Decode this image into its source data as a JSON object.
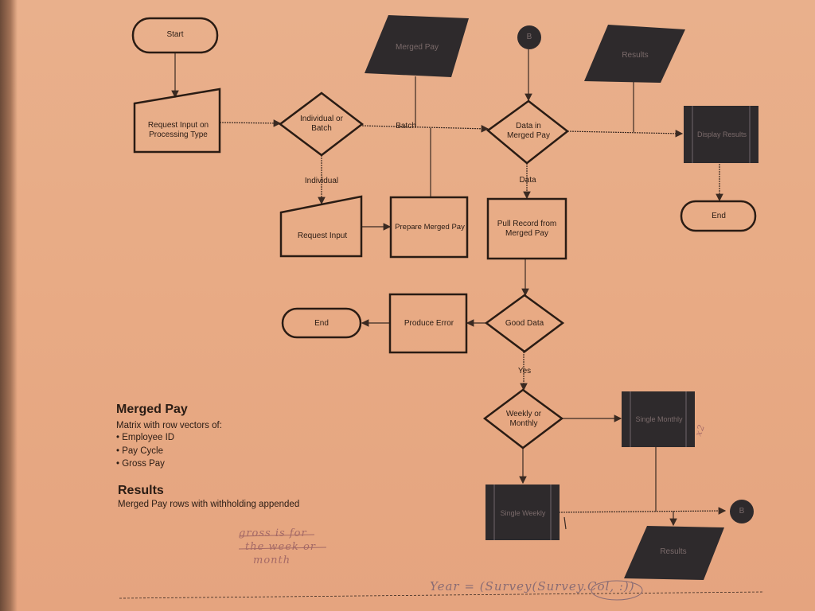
{
  "nodes": {
    "start": "Start",
    "request_input_processing": "Request Input on Processing Type",
    "individual_or_batch": "Individual or Batch",
    "merged_pay_data": "Merged Pay",
    "connector_b_top": "B",
    "data_in_merged_pay": "Data in Merged Pay",
    "results_data_top": "Results",
    "display_results": "Display Results",
    "end_top": "End",
    "request_input": "Request Input",
    "prepare_merged_pay": "Prepare Merged Pay",
    "pull_record": "Pull Record from Merged Pay",
    "end_left": "End",
    "produce_error": "Produce Error",
    "good_data": "Good Data",
    "weekly_or_monthly": "Weekly or Monthly",
    "single_monthly": "Single Monthly",
    "single_weekly": "Single Weekly",
    "connector_b_bottom": "B",
    "results_data_bottom": "Results"
  },
  "edge_labels": {
    "batch": "Batch",
    "individual": "Individual",
    "data": "Data",
    "yes": "Yes"
  },
  "legend": {
    "merged_pay_title": "Merged Pay",
    "merged_pay_desc": "Matrix with row vectors of:",
    "merged_pay_items": [
      "Employee ID",
      "Pay Cycle",
      "Gross Pay"
    ],
    "results_title": "Results",
    "results_desc": "Merged Pay rows with withholding appended"
  },
  "handwriting": {
    "note_line1": "gross is for",
    "note_line2": "the week or",
    "note_line3": "month",
    "formula": "Year = (Survey(Survey.Col, :))",
    "margin_mark": "x2"
  },
  "colors": {
    "paper": "#e8ab85",
    "ink": "#2a1c14",
    "dark_fill": "#2e2a2c",
    "handwriting": "#a56a66"
  }
}
